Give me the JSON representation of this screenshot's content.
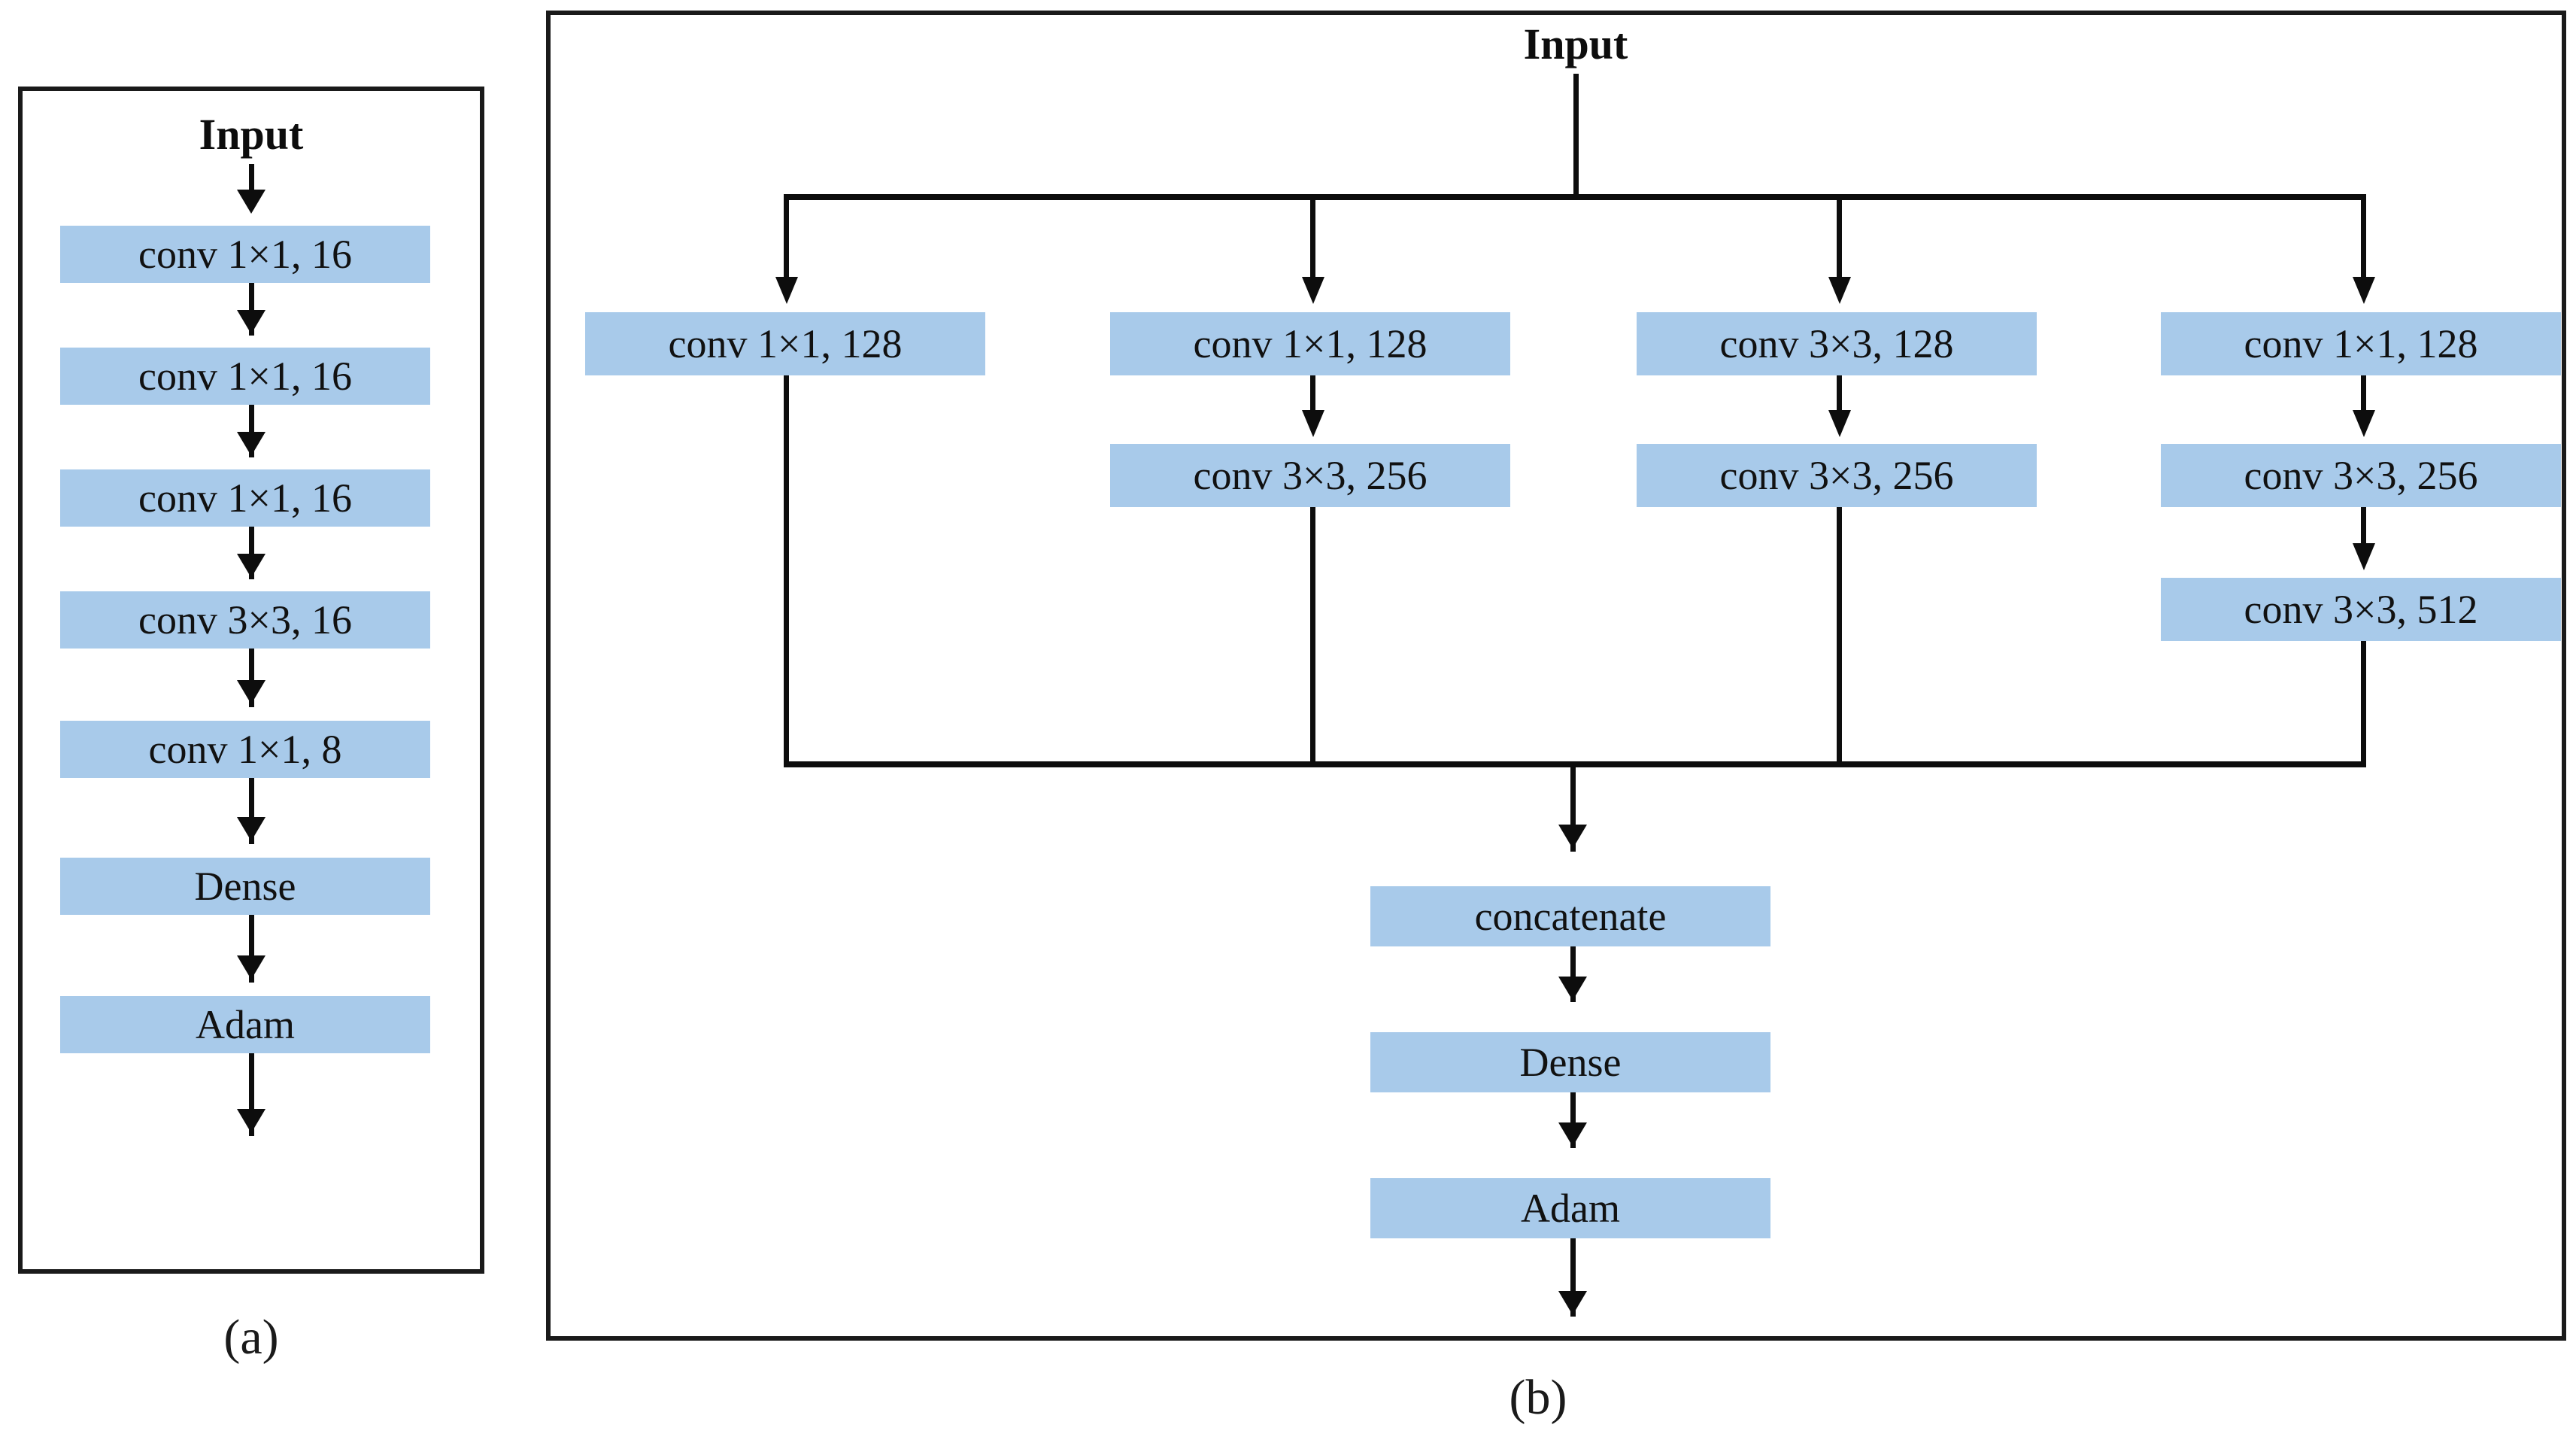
{
  "figure": {
    "panels": [
      {
        "id": "a",
        "caption": "(a)",
        "input_label": "Input",
        "blocks": [
          {
            "label": "conv 1×1, 16"
          },
          {
            "label": "conv 1×1, 16"
          },
          {
            "label": "conv 1×1, 16"
          },
          {
            "label": "conv 3×3, 16"
          },
          {
            "label": "conv 1×1, 8"
          },
          {
            "label": "Dense"
          },
          {
            "label": "Adam"
          }
        ]
      },
      {
        "id": "b",
        "caption": "(b)",
        "input_label": "Input",
        "branches": [
          {
            "blocks": [
              {
                "label": "conv 1×1, 128"
              }
            ]
          },
          {
            "blocks": [
              {
                "label": "conv 1×1, 128"
              },
              {
                "label": "conv 3×3, 256"
              }
            ]
          },
          {
            "blocks": [
              {
                "label": "conv 3×3, 128"
              },
              {
                "label": "conv 3×3, 256"
              }
            ]
          },
          {
            "blocks": [
              {
                "label": "conv 1×1, 128"
              },
              {
                "label": "conv 3×3, 256"
              },
              {
                "label": "conv 3×3, 512"
              }
            ]
          }
        ],
        "tail_blocks": [
          {
            "label": "concatenate"
          },
          {
            "label": "Dense"
          },
          {
            "label": "Adam"
          }
        ]
      }
    ],
    "colors": {
      "block_fill": "#a8caea",
      "line": "#0d0d0d",
      "panel_border": "#1a1a1a",
      "text": "#111111",
      "background": "#ffffff"
    }
  }
}
